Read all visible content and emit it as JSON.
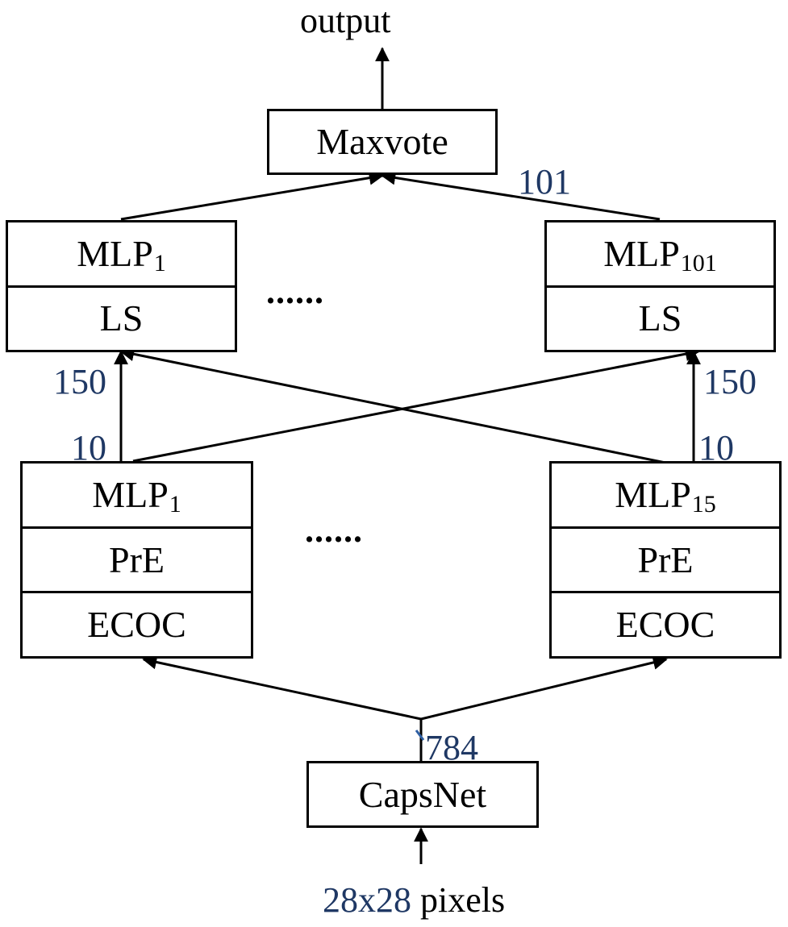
{
  "accent_color": "#1f3864",
  "output_label": "output",
  "maxvote_label": "Maxvote",
  "top_layer": {
    "left": {
      "mlp": "MLP",
      "mlp_sub": "1",
      "ls": "LS"
    },
    "right": {
      "mlp": "MLP",
      "mlp_sub": "101",
      "ls": "LS"
    },
    "ellipsis": "......"
  },
  "bottom_layer": {
    "left": {
      "mlp": "MLP",
      "mlp_sub": "1",
      "pre": "PrE",
      "ecoc": "ECOC"
    },
    "right": {
      "mlp": "MLP",
      "mlp_sub": "15",
      "pre": "PrE",
      "ecoc": "ECOC"
    },
    "ellipsis": "......"
  },
  "capsnet_label": "CapsNet",
  "input": {
    "value": "28x28",
    "unit": "pixels"
  },
  "dims": {
    "top_to_maxvote": "101",
    "ls_in_left": "150",
    "ls_in_right": "150",
    "mlp_out_left": "10",
    "mlp_out_right": "10",
    "capsnet_out": "784"
  }
}
